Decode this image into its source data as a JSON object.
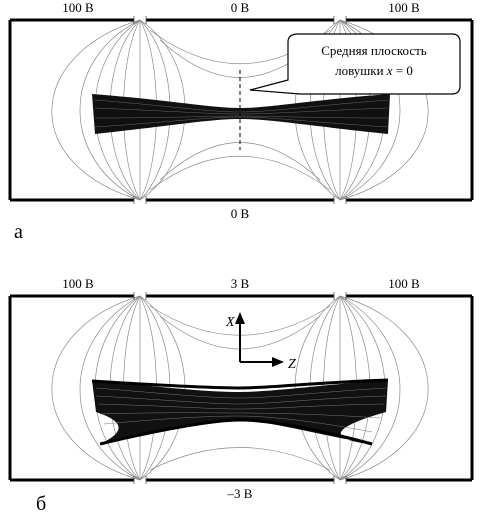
{
  "panel_a": {
    "letter": "а",
    "top_left_voltage": "100 В",
    "top_center_voltage": "0 В",
    "top_right_voltage": "100 В",
    "bottom_voltage": "0 В",
    "callout_line1": "Средняя плоскость",
    "callout_line2_prefix": "ловушки ",
    "callout_line2_var": "x",
    "callout_line2_suffix": " = 0"
  },
  "panel_b": {
    "letter": "б",
    "top_left_voltage": "100 В",
    "top_center_voltage": "3 В",
    "top_right_voltage": "100 В",
    "bottom_voltage": "–3 В",
    "axis_x_label": "X",
    "axis_z_label": "Z"
  }
}
